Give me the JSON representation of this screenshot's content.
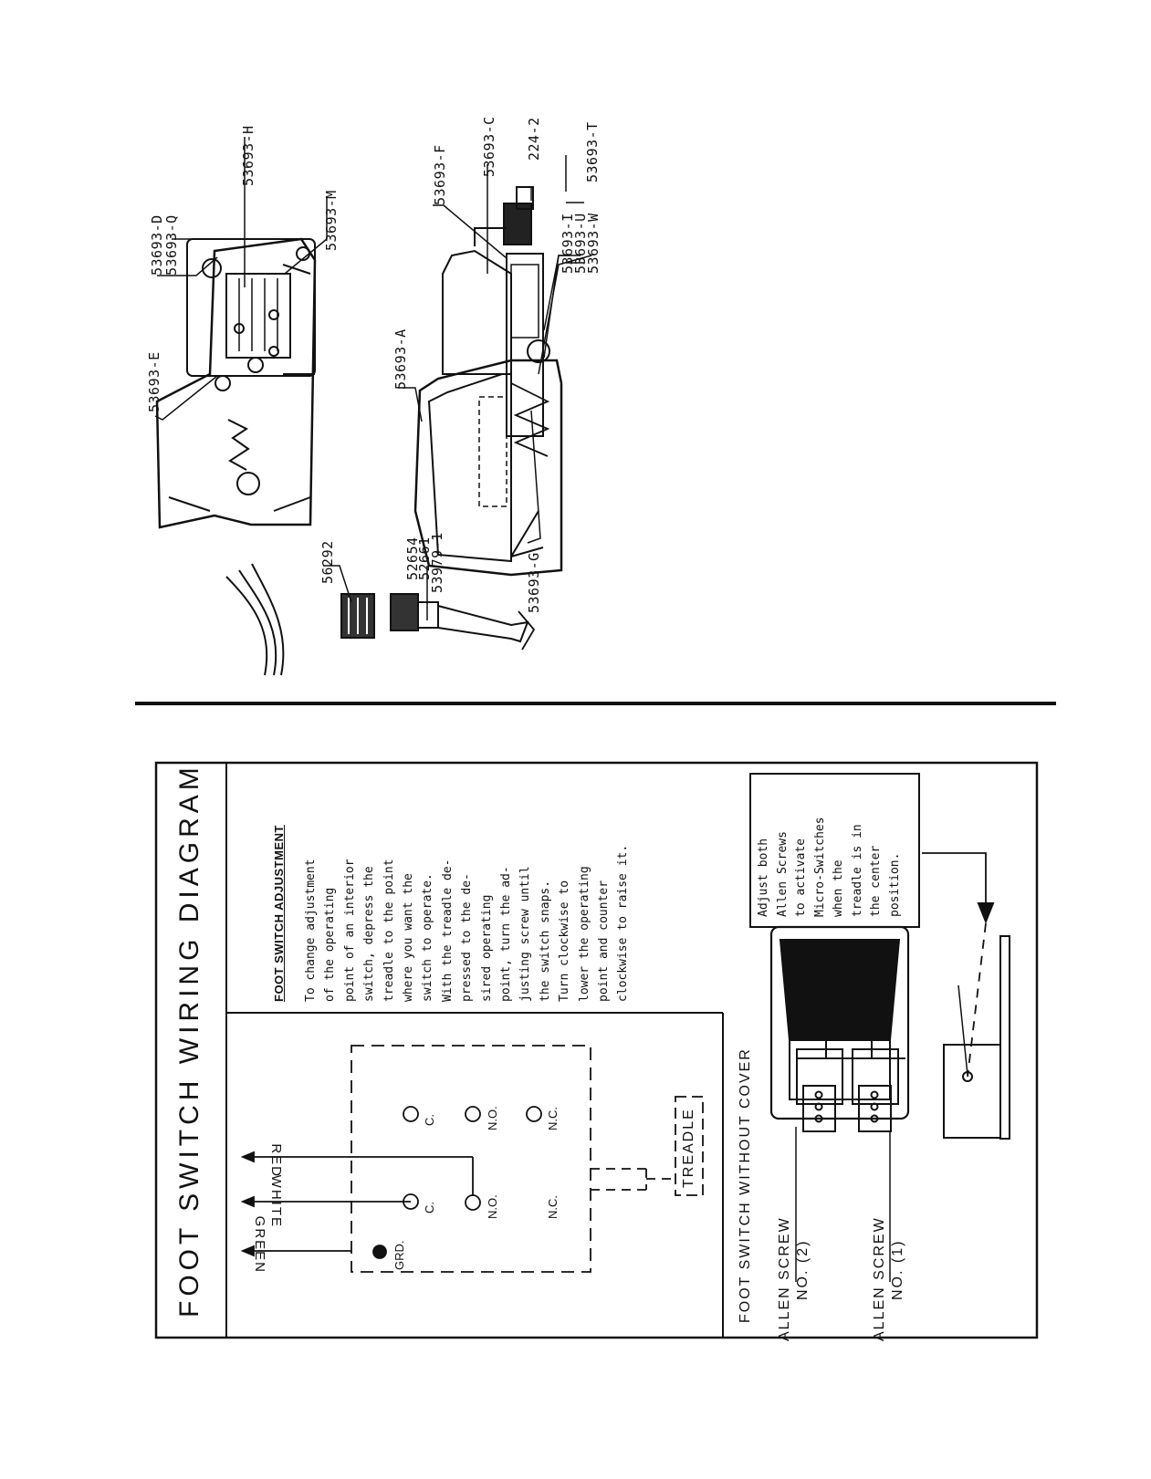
{
  "parts_diagram": {
    "labels": {
      "e": "53693-E",
      "d": "53693-D",
      "q": "53693-Q",
      "h": "53693-H",
      "m": "53693-M",
      "a": "53693-A",
      "f": "53693-F",
      "c": "53693-C",
      "p224": "224-2",
      "t": "53693-T",
      "i": "53693-I",
      "u": "53693-U",
      "w": "53693-W",
      "g": "53693-G",
      "p56292": "56292",
      "p52654": "52654",
      "p52661": "52661",
      "p53979": "53979-1"
    }
  },
  "wiring": {
    "title": "FOOT SWITCH WIRING DIAGRAM",
    "adjustment_heading": "FOOT SWITCH ADJUSTMENT",
    "adjustment_lines": [
      "To change adjustment",
      "of the operating",
      "point of an interior",
      "switch, depress the",
      "treadle to the point",
      "where you want the",
      "switch to operate.",
      "With the treadle de-",
      "pressed to the de-",
      "sired operating",
      "point, turn the ad-",
      "justing screw until",
      "the switch snaps.",
      "Turn clockwise to",
      "lower the operating",
      "point and counter",
      "clockwise to raise it."
    ],
    "wires": {
      "green": "GREEN",
      "white": "WHITE",
      "red": "RED"
    },
    "terminals": {
      "grd": "GRD.",
      "c1": "C.",
      "no1": "N.O.",
      "nc1": "N.C.",
      "c2": "C.",
      "no2": "N.O.",
      "nc2": "N.C."
    },
    "treadle": "TREADLE",
    "without_cover": "FOOT SWITCH WITHOUT COVER",
    "allen2_line1": "ALLEN SCREW",
    "allen2_line2": "NO. (2)",
    "allen1_line1": "ALLEN SCREW",
    "allen1_line2": "NO. (1)",
    "note_lines": [
      "Adjust both",
      "Allen Screws",
      "to activate",
      "Micro-Switches",
      "when the",
      "treadle is in",
      "the center",
      "position."
    ]
  }
}
